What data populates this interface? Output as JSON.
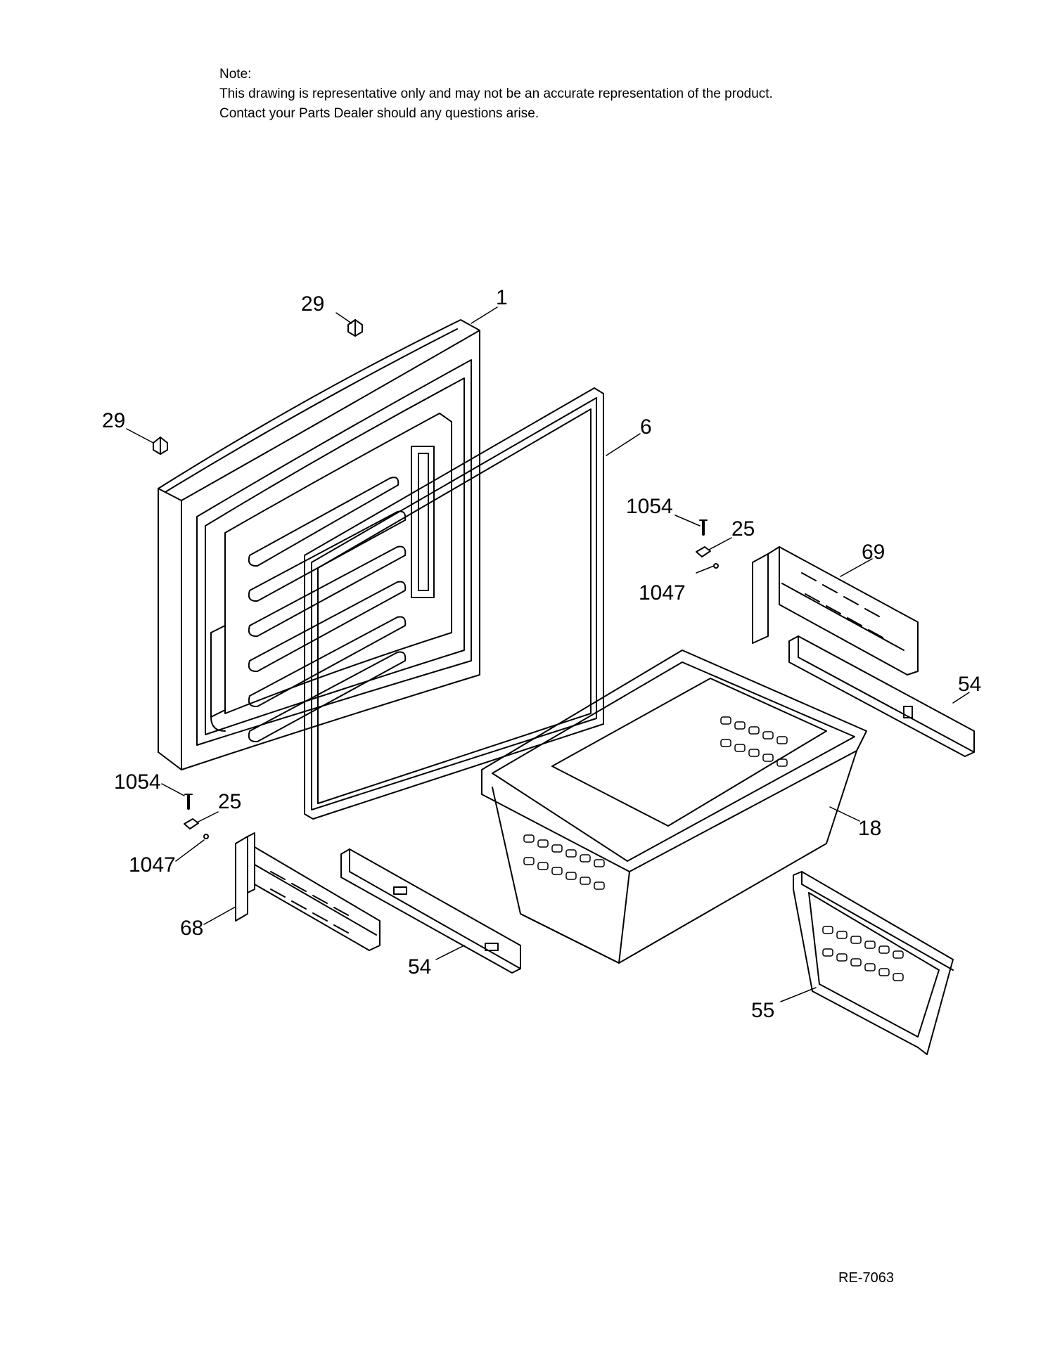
{
  "note": {
    "heading": "Note:",
    "line1": "This drawing is representative only and may not be an accurate representation of the product.",
    "line2": "Contact your Parts Dealer should any questions arise."
  },
  "callouts": [
    {
      "id": "c-29a",
      "text": "29"
    },
    {
      "id": "c-1",
      "text": "1"
    },
    {
      "id": "c-29b",
      "text": "29"
    },
    {
      "id": "c-6",
      "text": "6"
    },
    {
      "id": "c-1054a",
      "text": "1054"
    },
    {
      "id": "c-25a",
      "text": "25"
    },
    {
      "id": "c-69",
      "text": "69"
    },
    {
      "id": "c-1047a",
      "text": "1047"
    },
    {
      "id": "c-54a",
      "text": "54"
    },
    {
      "id": "c-18",
      "text": "18"
    },
    {
      "id": "c-1054b",
      "text": "1054"
    },
    {
      "id": "c-25b",
      "text": "25"
    },
    {
      "id": "c-1047b",
      "text": "1047"
    },
    {
      "id": "c-68",
      "text": "68"
    },
    {
      "id": "c-54b",
      "text": "54"
    },
    {
      "id": "c-55",
      "text": "55"
    }
  ],
  "drawing_code": "RE-7063"
}
